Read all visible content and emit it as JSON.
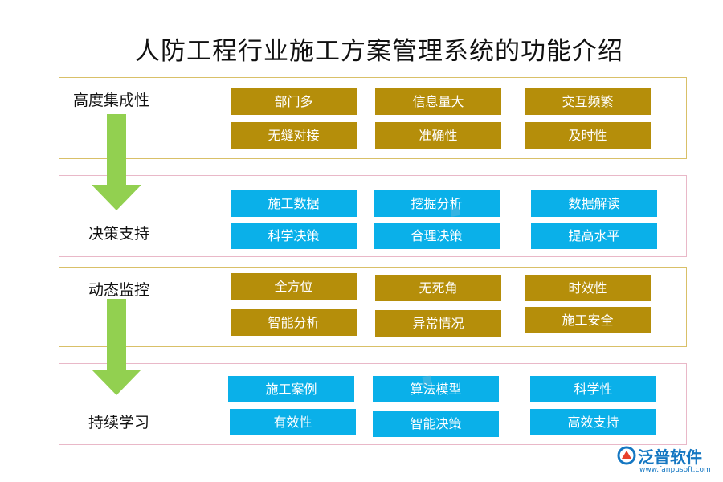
{
  "title": "人防工程行业施工方案管理系统的功能介绍",
  "sections": [
    {
      "label": "高度集成性",
      "items": [
        "部门多",
        "信息量大",
        "交互频繁",
        "无缝对接",
        "准确性",
        "及时性"
      ]
    },
    {
      "label": "决策支持",
      "items": [
        "施工数据",
        "挖掘分析",
        "数据解读",
        "科学决策",
        "合理决策",
        "提高水平"
      ]
    },
    {
      "label": "动态监控",
      "items": [
        "全方位",
        "无死角",
        "时效性",
        "智能分析",
        "异常情况",
        "施工安全"
      ]
    },
    {
      "label": "持续学习",
      "items": [
        "施工案例",
        "算法模型",
        "科学性",
        "有效性",
        "智能决策",
        "高效支持"
      ]
    }
  ],
  "colors": {
    "gold_box": "#b58e0a",
    "blue_box": "#0ab0e9",
    "arrow": "#92d050",
    "gold_border": "#d9c068",
    "pink_border": "#e9b8c8"
  },
  "logo": {
    "name": "泛普软件",
    "url": "www.fanpusoft.com"
  }
}
